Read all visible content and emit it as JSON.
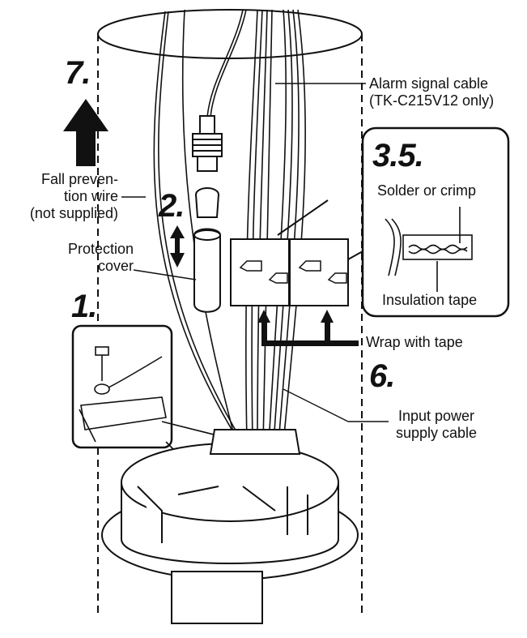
{
  "steps": {
    "s1": "1.",
    "s2": "2.",
    "s35": "3.5.",
    "s6": "6.",
    "s7": "7."
  },
  "labels": {
    "alarm_cable_line1": "Alarm signal cable",
    "alarm_cable_line2": "(TK-C215V12 only)",
    "fall_wire_line1": "Fall preven-",
    "fall_wire_line2": "tion wire",
    "fall_wire_line3": "(not supplied)",
    "protection_cover_line1": "Protection",
    "protection_cover_line2": "cover",
    "solder_or_crimp": "Solder or crimp",
    "insulation_tape": "Insulation tape",
    "wrap_with_tape": "Wrap with tape",
    "input_power_line1": "Input power",
    "input_power_line2": "supply cable"
  }
}
